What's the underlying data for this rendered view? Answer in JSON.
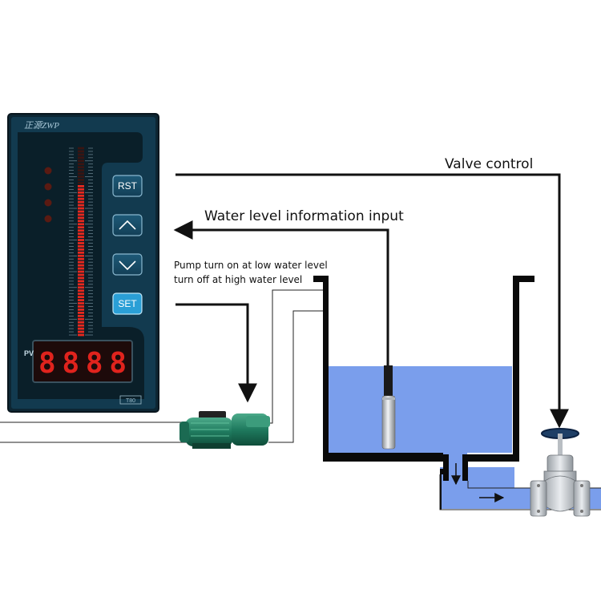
{
  "controller": {
    "brand": "正源ZWP",
    "buttons": {
      "rst": "RST",
      "up": "up-arrow-icon",
      "down": "down-arrow-icon",
      "set": "SET"
    },
    "pv_label": "PV",
    "display_value": "8888",
    "model": "T80",
    "bar_level": 0.8,
    "colors": {
      "panel": "#123a4f",
      "bar": "#e8281e",
      "button": "#2a9fd6"
    }
  },
  "labels": {
    "valve_control": "Valve control",
    "water_level_input": "Water level information input",
    "pump_line1": "Pump turn on at low water level",
    "pump_line2": "turn off at high water level"
  },
  "components": {
    "pump": "pump-icon",
    "sensor": "level-sensor-icon",
    "valve": "gate-valve-icon"
  },
  "colors": {
    "water": "#7a9eec",
    "wall": "#0a0a0a"
  }
}
